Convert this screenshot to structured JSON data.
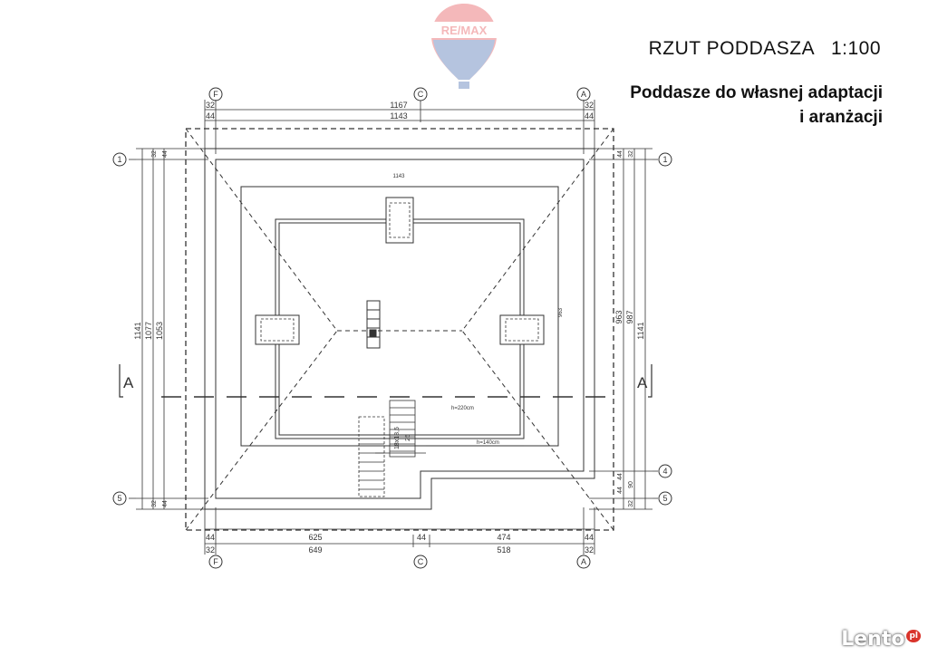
{
  "header": {
    "title": "RZUT PODDASZA   1:100",
    "subtitle_line1": "Poddasze do własnej adaptacji",
    "subtitle_line2": "i aranżacji"
  },
  "logo": {
    "text": "RE/MAX",
    "icon": "balloon-logo-icon"
  },
  "watermark": {
    "text": "Lento",
    "suffix": "pl"
  },
  "axes": {
    "top": [
      "F",
      "C",
      "A"
    ],
    "bottom": [
      "F",
      "C",
      "A"
    ],
    "left": [
      "1",
      "5"
    ],
    "right": [
      "1",
      "4",
      "5"
    ]
  },
  "section_marks": {
    "left": "A",
    "right": "A"
  },
  "dimensions": {
    "top_outer": "1167",
    "top_inner": "1143",
    "top_side_a": "32",
    "top_side_b": "44",
    "inner_width": "1143",
    "bottom_row1": [
      "44",
      "625",
      "44",
      "474",
      "44"
    ],
    "bottom_row2": [
      "32",
      "649",
      "518",
      "32"
    ],
    "left": [
      "1141",
      "1077",
      "1053"
    ],
    "left_small": [
      "32",
      "44",
      "32",
      "44"
    ],
    "right": [
      "963",
      "987",
      "1141"
    ],
    "right_small": [
      "44",
      "32",
      "44",
      "44",
      "90",
      "32"
    ],
    "inner_height": "963"
  },
  "annotations": {
    "height_220": "h=220cm",
    "height_140": "h=140cm",
    "stair_label": "18x18,5",
    "stair_label2": "25"
  },
  "colors": {
    "line": "#333333",
    "logo_red": "#e2363b",
    "logo_blue": "#2d5aa6"
  }
}
